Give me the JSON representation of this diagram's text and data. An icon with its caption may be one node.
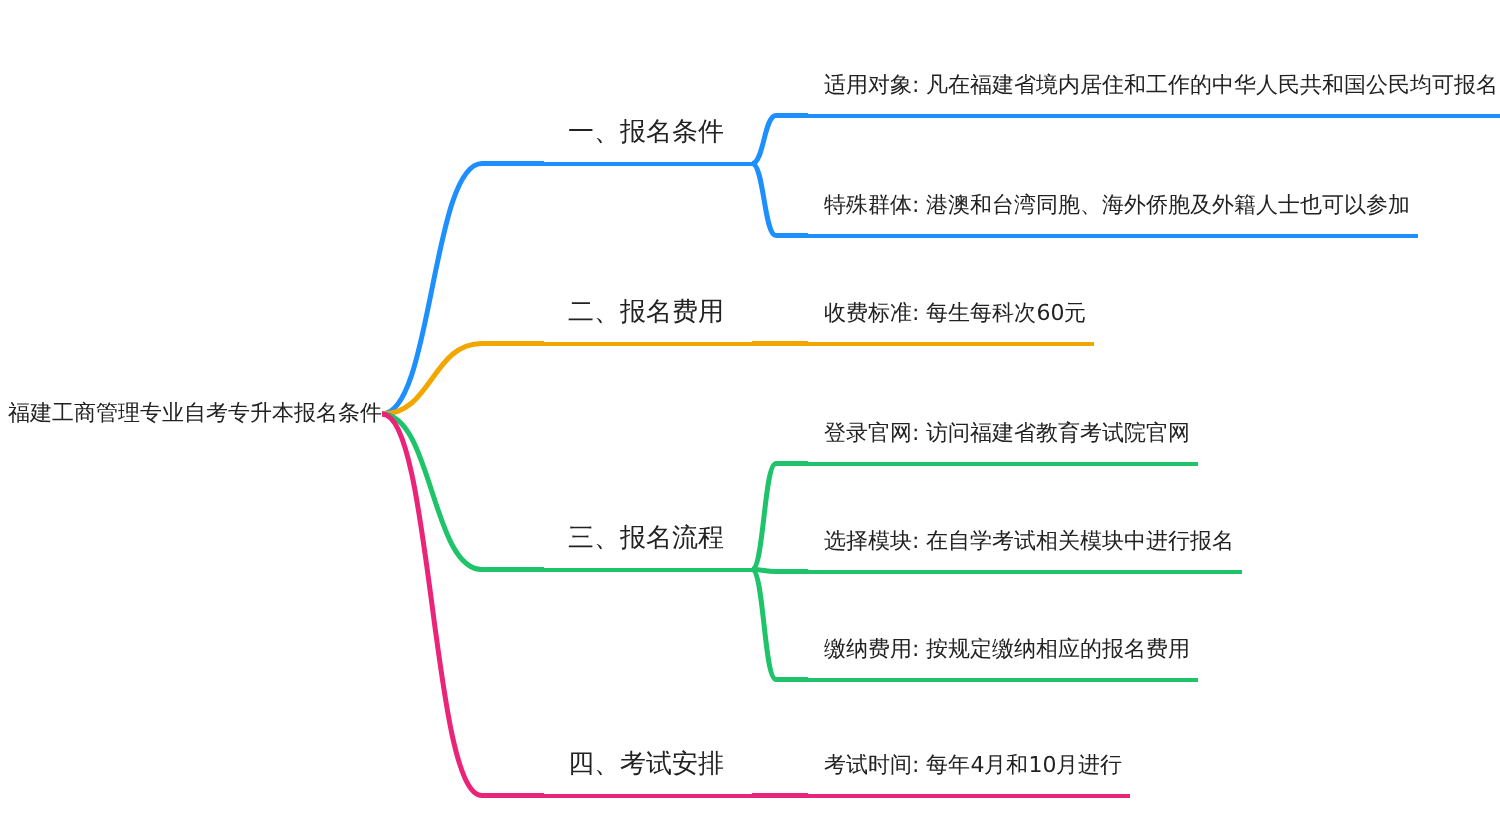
{
  "diagram": {
    "nodes": [
      {
        "text": [
          "福建工商管理专业自考专升本报名条件"
        ]
      },
      {
        "text": [
          "一、报名条件"
        ]
      },
      {
        "text": [
          "适用对象: 凡在福建省境内居住和工作的中华人民共和国公民均可报名"
        ]
      },
      {
        "text": [
          "特殊群体: 港澳和台湾同胞、海外侨胞及外籍人士也可以参加"
        ]
      },
      {
        "text": [
          "二、报名费用"
        ]
      },
      {
        "text": [
          "收费标准: 每生每科次60元"
        ]
      },
      {
        "text": [
          "三、报名流程"
        ]
      },
      {
        "text": [
          "登录官网: 访问福建省教育考试院官网"
        ]
      },
      {
        "text": [
          "选择模块: 在自学考试相关模块中进行报名"
        ]
      },
      {
        "text": [
          "缴纳费用: 按规定缴纳相应的报名费用"
        ]
      },
      {
        "text": [
          "四、考试安排"
        ]
      },
      {
        "text": [
          "考试时间: 每年4月和10月进行"
        ]
      }
    ],
    "edges": [
      {
        "from": 0,
        "to": 1,
        "arrow": "none",
        "color": "#1e8fff"
      },
      {
        "from": 1,
        "to": 2,
        "arrow": "none",
        "color": "#1e8fff"
      },
      {
        "from": 1,
        "to": 3,
        "arrow": "none",
        "color": "#1e8fff"
      },
      {
        "from": 0,
        "to": 4,
        "arrow": "none",
        "color": "#f2a600"
      },
      {
        "from": 4,
        "to": 5,
        "arrow": "none",
        "color": "#f2a600"
      },
      {
        "from": 0,
        "to": 6,
        "arrow": "none",
        "color": "#1fc46a"
      },
      {
        "from": 6,
        "to": 7,
        "arrow": "none",
        "color": "#1fc46a"
      },
      {
        "from": 6,
        "to": 8,
        "arrow": "none",
        "color": "#1fc46a"
      },
      {
        "from": 6,
        "to": 9,
        "arrow": "none",
        "color": "#1fc46a"
      },
      {
        "from": 0,
        "to": 10,
        "arrow": "none",
        "color": "#ea2479"
      },
      {
        "from": 10,
        "to": 11,
        "arrow": "none",
        "color": "#ea2479"
      }
    ]
  }
}
